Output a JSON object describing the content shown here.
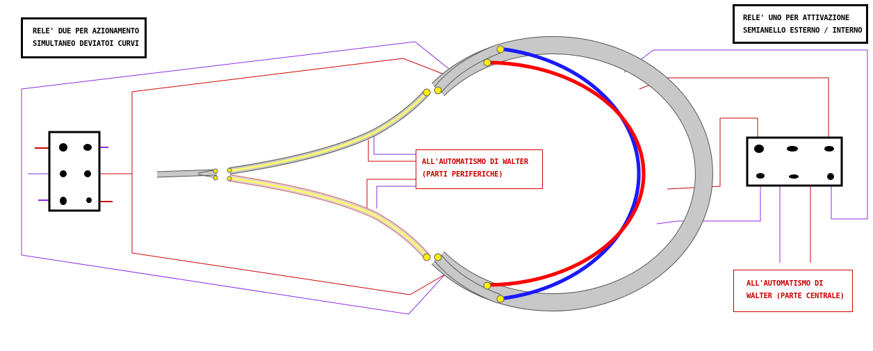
{
  "labels": {
    "rele_due": [
      "RELE' DUE PER AZIONAMENTO",
      "SIMULTANEO DEVIATOI CURVI"
    ],
    "rele_uno": [
      "RELE' UNO PER ATTIVAZIONE",
      "SEMIANELLO ESTERNO / INTERNO"
    ],
    "walter_periferiche": [
      "ALL'AUTOMATISMO DI WALTER",
      "(PARTI PERIFERICHE)"
    ],
    "walter_centrale": [
      "ALL'AUTOMATISMO DI",
      "WALTER (PARTE CENTRALE)"
    ]
  },
  "colors": {
    "wire_red": "#cc0000",
    "wire_purple": "#7a1fa0",
    "wire_violet": "#9933cc",
    "track_gray": "#c8c8c8",
    "track_outline": "#555555",
    "rail_blue": "#1a1aff",
    "rail_red": "#ff0000",
    "rail_yellow": "#ffff99",
    "pivot_yellow": "#ffee00"
  }
}
